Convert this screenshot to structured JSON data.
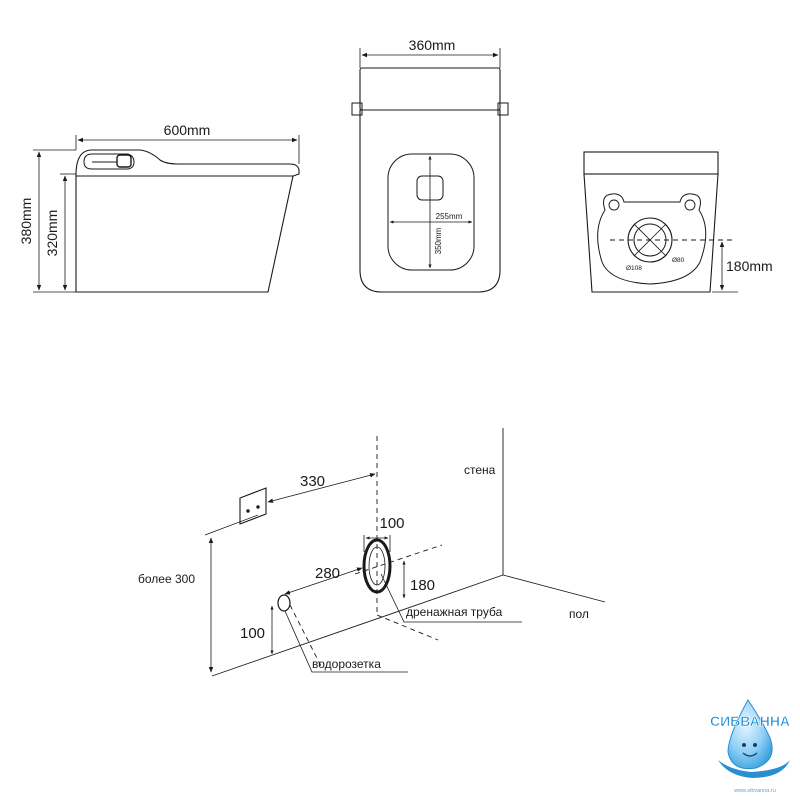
{
  "side_view": {
    "length_label": "600mm",
    "total_height_label": "380mm",
    "body_height_label": "320mm"
  },
  "top_view": {
    "width_label": "360mm",
    "opening_width_label": "255mm",
    "opening_length_label": "350mm"
  },
  "back_view": {
    "outlet_height_label": "180mm",
    "outer_diameter_label": "Ø108",
    "inner_diameter_label": "Ø80"
  },
  "installation": {
    "wall_distance_label": "330",
    "pipe_diameter_label": "100",
    "inlet_offset_label": "280",
    "drain_height_label": "180",
    "min_height_label": "более 300",
    "inlet_height_label": "100",
    "wall_label": "стена",
    "floor_label": "пол",
    "drain_pipe_label": "дренажная труба",
    "water_outlet_label": "водорозетка"
  },
  "logo": {
    "brand_text": "СИБВАННА",
    "url_text": "www.sibvanna.ru",
    "brand_color": "#1d8fd6"
  }
}
